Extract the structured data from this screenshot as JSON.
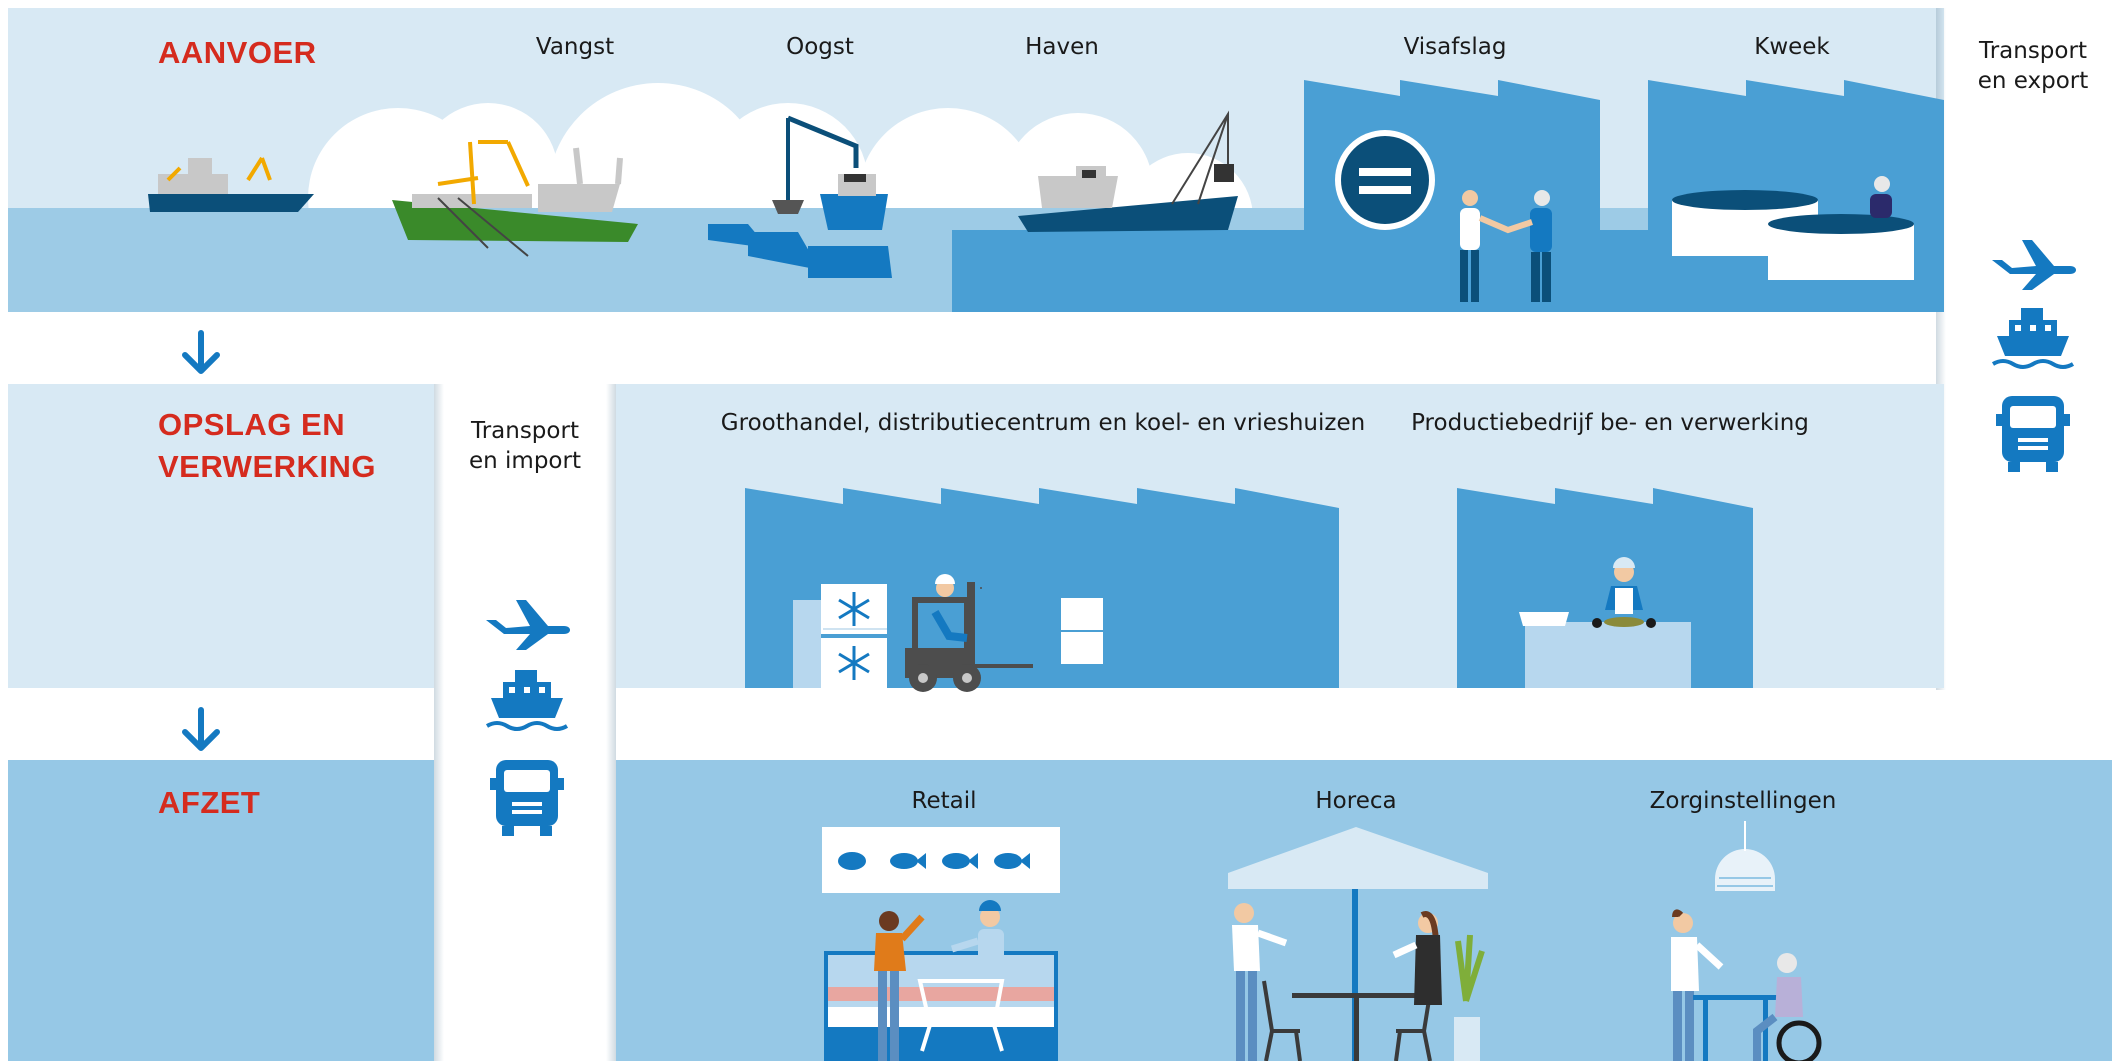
{
  "sections": {
    "aanvoer": "AANVOER",
    "opslag_line1": "OPSLAG EN",
    "opslag_line2": "VERWERKING",
    "afzet": "AFZET"
  },
  "aanvoer_labels": {
    "vangst": "Vangst",
    "oogst": "Oogst",
    "haven": "Haven",
    "visafslag": "Visafslag",
    "kweek": "Kweek"
  },
  "transport_export": {
    "line1": "Transport",
    "line2": "en export"
  },
  "transport_import": {
    "line1": "Transport",
    "line2": "en import"
  },
  "opslag_labels": {
    "groothandel": "Groothandel, distributiecentrum en koel- en vrieshuizen",
    "productie": "Productiebedrijf be- en verwerking"
  },
  "afzet_labels": {
    "retail": "Retail",
    "horeca": "Horeca",
    "zorg": "Zorginstellingen"
  },
  "colors": {
    "heading": "#d52b1e",
    "band_light": "#d8e9f4",
    "band_mid": "#96c8e6",
    "building_blue": "#4a9fd4",
    "icon_blue": "#1479c1",
    "sea": "#9dcbe6"
  },
  "icons": [
    "down-arrow-icon",
    "airplane-icon",
    "ship-icon",
    "truck-icon",
    "snowflake-icon",
    "fish-icon",
    "mussel-icon"
  ]
}
